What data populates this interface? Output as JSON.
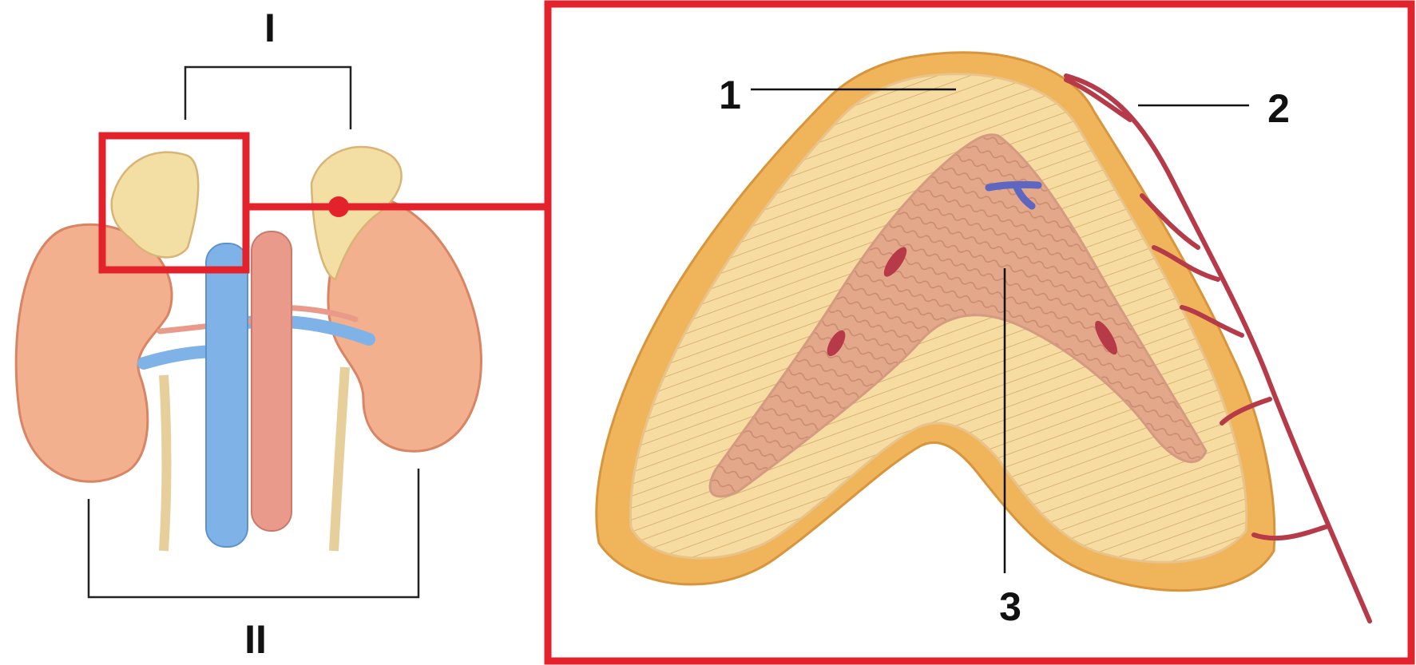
{
  "labels": {
    "group_top": "I",
    "group_bottom": "II",
    "part_1": "1",
    "part_2": "2",
    "part_3": "3"
  },
  "colors": {
    "highlight_red": "#e3222b",
    "kidney": "#f2b08f",
    "kidney_shadow": "#d98462",
    "adrenal_outer": "#f0b45a",
    "cortex": "#f6dca0",
    "medulla": "#e3a78a",
    "vein_blue": "#7fb2e6",
    "artery_pink": "#e99a8a",
    "vessel_dark_red": "#b63a48",
    "ureter": "#e6cf9a"
  },
  "icons": [
    "kidney-illustration",
    "adrenal-gland-illustration",
    "adrenal-cross-section-illustration"
  ]
}
